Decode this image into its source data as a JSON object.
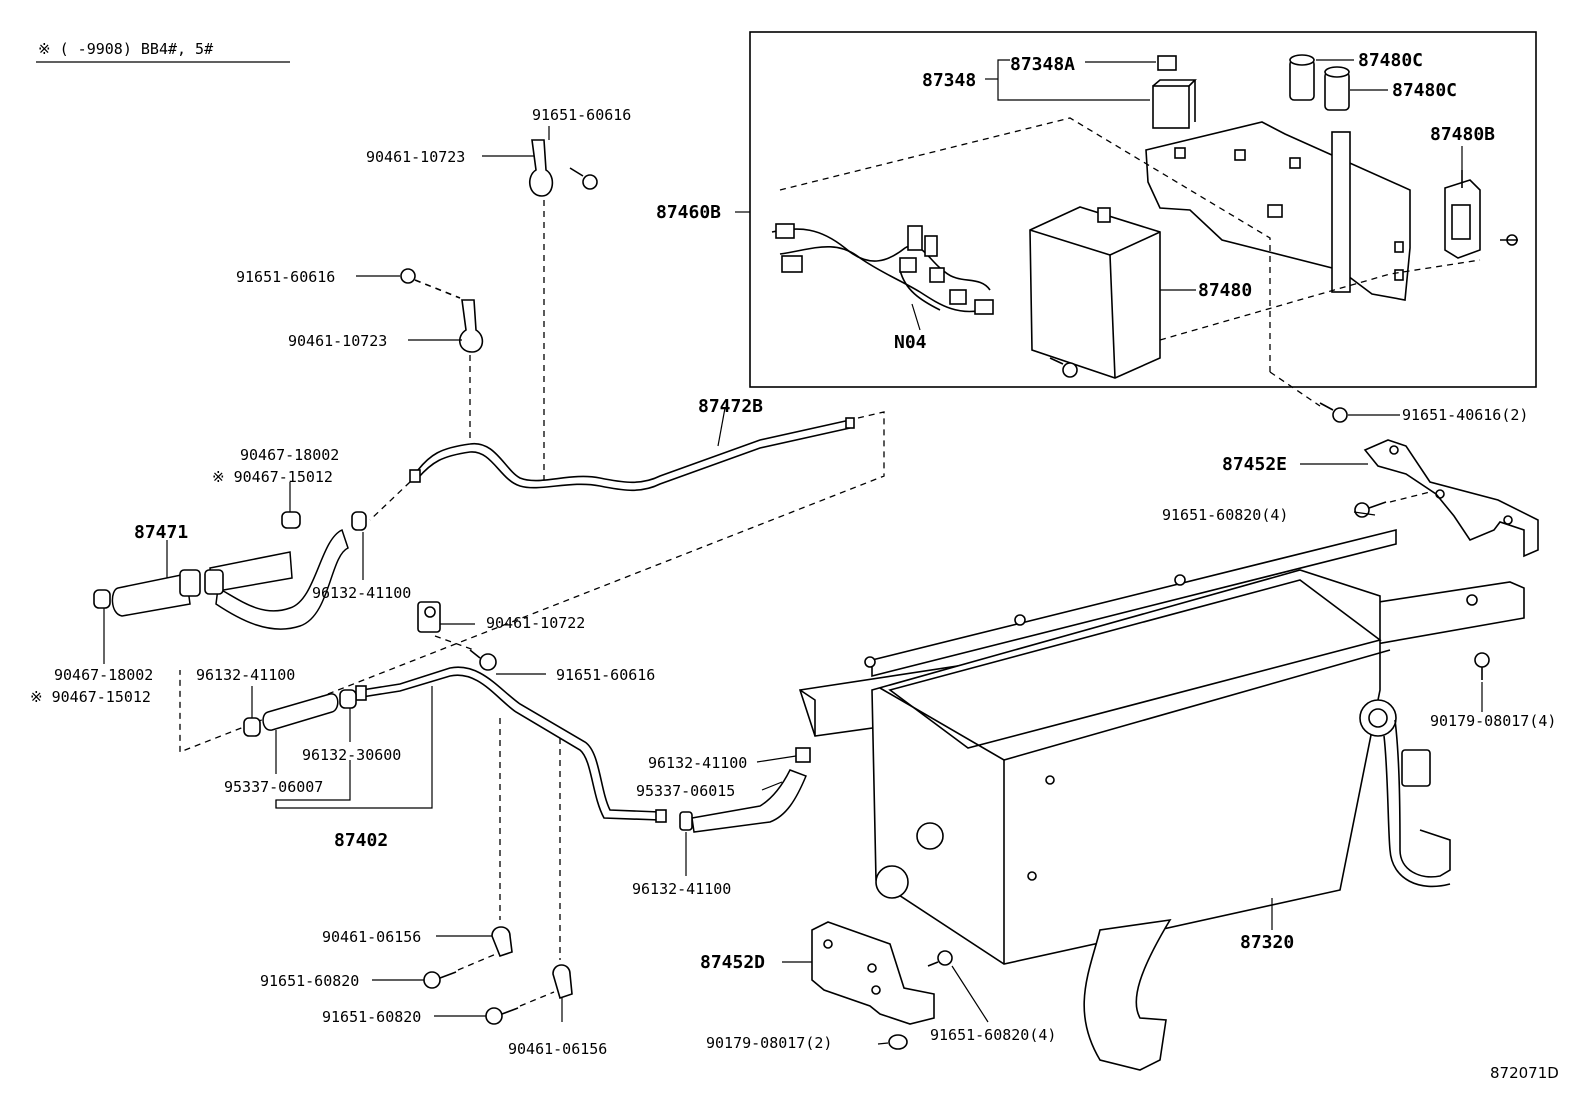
{
  "header": {
    "note": "※ (    -9908) BB4#, 5#"
  },
  "diagram_code": "872071D",
  "callouts": {
    "c87348A": "87348A",
    "c87348": "87348",
    "c87480C_1": "87480C",
    "c87480C_2": "87480C",
    "c87480B": "87480B",
    "c87460B": "87460B",
    "c87480": "87480",
    "cN04": "N04",
    "c91651_40616_2": "91651-40616(2)",
    "c87452E": "87452E",
    "c91651_60820_4a": "91651-60820(4)",
    "c90179_08017_4": "90179-08017(4)",
    "c87320": "87320",
    "c87452D": "87452D",
    "c91651_60820_4b": "91651-60820(4)",
    "c90179_08017_2": "90179-08017(2)",
    "c91651_60616_a": "91651-60616",
    "c90461_10723_a": "90461-10723",
    "c91651_60616_b": "91651-60616",
    "c90461_10723_b": "90461-10723",
    "c87472B": "87472B",
    "c90467_18002_a": "90467-18002",
    "c90467_15012_a": "※ 90467-15012",
    "c87471": "87471",
    "c96132_41100_a": "96132-41100",
    "c90467_18002_b": "90467-18002",
    "c90467_15012_b": "※ 90467-15012",
    "c90461_10722": "90461-10722",
    "c91651_60616_c": "91651-60616",
    "c96132_41100_b": "96132-41100",
    "c96132_30600": "96132-30600",
    "c95337_06007": "95337-06007",
    "c87402": "87402",
    "c96132_41100_c": "96132-41100",
    "c95337_06015": "95337-06015",
    "c96132_41100_d": "96132-41100",
    "c90461_06156_a": "90461-06156",
    "c91651_60820_a": "91651-60820",
    "c91651_60820_b": "91651-60820",
    "c90461_06156_b": "90461-06156"
  }
}
